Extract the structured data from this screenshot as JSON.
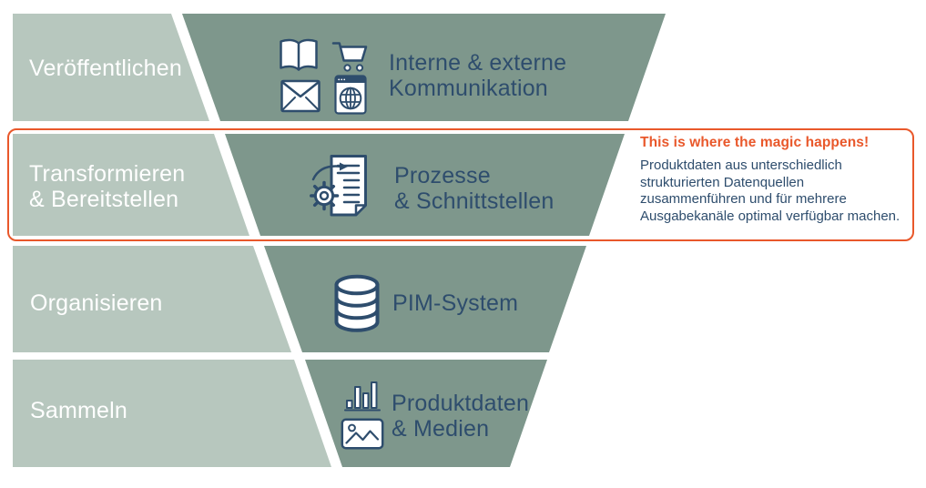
{
  "palette": {
    "light_green": "#b7c7be",
    "dark_green": "#7e978c",
    "blue": "#2e4d6d",
    "orange": "#e9582b"
  },
  "funnel": {
    "rows": [
      {
        "id": "veroeffentlichen",
        "label_lines": [
          "Veröffentlichen"
        ],
        "content_lines": [
          "Interne & externe",
          "Kommunikation"
        ],
        "icons": [
          "book-icon",
          "shopping-cart-icon",
          "envelope-icon",
          "browser-globe-icon"
        ]
      },
      {
        "id": "transformieren-bereitstellen",
        "label_lines": [
          "Transformieren",
          "& Bereitstellen"
        ],
        "content_lines": [
          "Prozesse",
          "& Schnittstellen"
        ],
        "icons": [
          "document-gear-icon"
        ]
      },
      {
        "id": "organisieren",
        "label_lines": [
          "Organisieren"
        ],
        "content_lines": [
          "PIM-System"
        ],
        "icons": [
          "database-icon"
        ]
      },
      {
        "id": "sammeln",
        "label_lines": [
          "Sammeln"
        ],
        "content_lines": [
          "Produktdaten",
          "& Medien"
        ],
        "icons": [
          "bar-chart-icon",
          "image-icon"
        ]
      }
    ]
  },
  "callout": {
    "heading": "This is where the magic happens!",
    "body": "Produktdaten aus unterschiedlich strukturierten Datenquellen zusammenführen und für mehrere Ausgabekanäle optimal verfügbar machen."
  }
}
